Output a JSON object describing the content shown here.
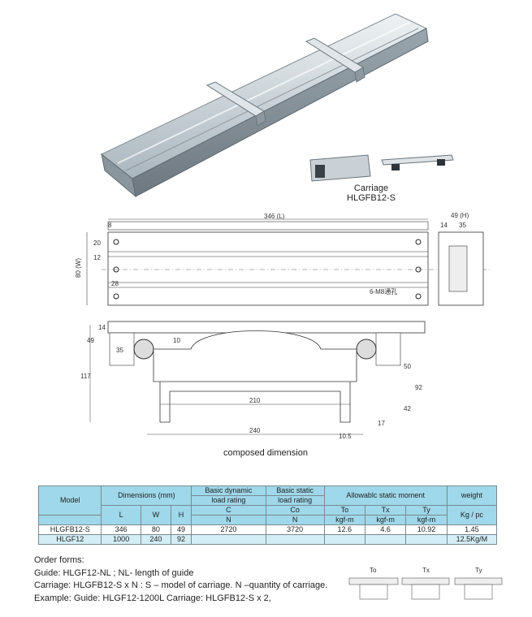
{
  "carriage_caption": {
    "line1": "Carriage",
    "line2": "HLGFB12-S"
  },
  "top_view": {
    "length_label": "346 (L)",
    "width_label": "80 (W)",
    "dim_8": "8",
    "dim_20": "20",
    "dim_12": "12",
    "dim_28": "28",
    "hole_note": "6-M8通孔"
  },
  "side_view": {
    "height_label": "49 (H)",
    "dim_14": "14",
    "dim_35": "35"
  },
  "section_view": {
    "dim_117": "117",
    "dim_49": "49",
    "dim_14": "14",
    "dim_35": "35",
    "dim_10": "10",
    "dim_210": "210",
    "dim_240": "240",
    "dim_50": "50",
    "dim_92": "92",
    "dim_42": "42",
    "dim_17": "17",
    "dim_10_5": "10.5",
    "caption": "composed dimension"
  },
  "table": {
    "model_header": "Model",
    "dimensions_header": "Dimensions (mm)",
    "dyn_header": "Basic dynamic",
    "dyn_sub": "load rating",
    "static_header": "Basic static",
    "static_sub": "load rating",
    "moment_header": "Allowablc static moment",
    "weight_header": "weight",
    "col_L": "L",
    "col_W": "W",
    "col_H": "H",
    "col_C": "C",
    "col_Co": "Co",
    "col_To": "To",
    "col_Tx": "Tx",
    "col_Ty": "Ty",
    "unit_weight": "Kg / pc",
    "unit_C": "N",
    "unit_Co": "N",
    "unit_To": "kgf-m",
    "unit_Tx": "kgf-m",
    "unit_Ty": "kgf-m",
    "rows": [
      {
        "model": "HLGFB12-S",
        "L": "346",
        "W": "80",
        "H": "49",
        "C": "2720",
        "Co": "3720",
        "To": "12.6",
        "Tx": "4.6",
        "Ty": "10.92",
        "weight": "1.45"
      },
      {
        "model": "HLGF12",
        "L": "1000",
        "W": "240",
        "H": "92",
        "C": "",
        "Co": "",
        "To": "",
        "Tx": "",
        "Ty": "",
        "weight": "12.5Kg/M"
      }
    ]
  },
  "order": {
    "title": "Order forms:",
    "line1": "Guide: HLGF12-NL ;  NL- length of guide",
    "line2": "Carriage: HLGFB12-S x N :  S – model of carriage.  N –quantity of carriage.",
    "line3": "Example: Guide: HLGF12-1200L   Carriage: HLGFB12-S x 2,"
  },
  "moment_icons": {
    "to": "To",
    "tx": "Tx",
    "ty": "Ty"
  },
  "colors": {
    "table_header": "#9ed8ea",
    "table_row_alt": "#d3eef6",
    "rail": "#b9c4cb"
  }
}
